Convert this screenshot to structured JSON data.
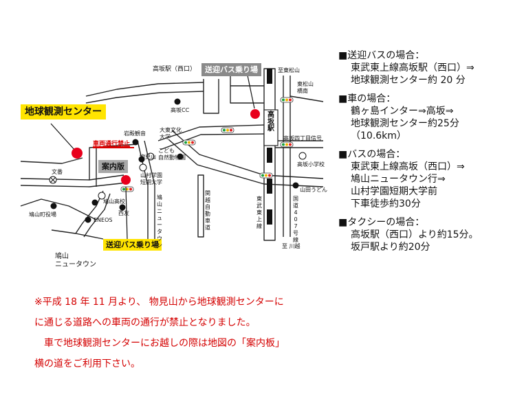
{
  "map": {
    "center_label": "地球観測センター",
    "bus_stop_top": "送迎バス乗り場",
    "bus_stop_bottom": "送迎バス乗り場",
    "info_board": "案内版",
    "no_entry": "車両通行禁止",
    "station_label": "高坂駅",
    "station_west": "高坂駅（西口）",
    "places": {
      "shimatsuyama": "至東松山",
      "higashimatsuyama_bridge": "東松山\n橋南",
      "takasaka_cc": "高坂CC",
      "iwadono": "岩殿観音",
      "daito": "大東文化\n大学",
      "kodomo": "こども\n自然動物園",
      "monomiyama": "物見山",
      "yamamura": "山村学園\n短期大学",
      "bunban": "文番",
      "hatoyama_hs": "鳩山高校",
      "eneos": "ENEOS",
      "seiyu": "西友",
      "hatoyama_office": "鳩山町役場",
      "hatoyama_nt": "鳩山\nニュータウン",
      "takasaka_4": "高坂四丁目信号",
      "takasaka_es": "高坂小学校",
      "yamada": "山田うどん",
      "kawagoe": "至 川越"
    },
    "vertical_labels": {
      "kanetsu": "関越自動車道",
      "tobu": "東武東上線",
      "route407": "国道407号線",
      "hatoyama_nt_road": "鳩山ニュータウン"
    }
  },
  "legend": {
    "sections": [
      {
        "title": "■送迎バスの場合：",
        "lines": [
          "東武東上線高坂駅（西口）⇒",
          "地球観測センター約 20 分"
        ]
      },
      {
        "title": "■車の場合：",
        "lines": [
          "鶴ヶ島インター⇒高坂⇒",
          "地球観測センター約25分",
          "（10.6km）"
        ]
      },
      {
        "title": "■バスの場合：",
        "lines": [
          "東武東上線高坂（西口）⇒",
          "鳩山ニュータウン行⇒",
          "山村学園短期大学前",
          "下車徒歩約30分"
        ]
      },
      {
        "title": "■タクシーの場合：",
        "lines": [
          "高坂駅（西口）より約15分。",
          "坂戸駅より約20分"
        ]
      }
    ]
  },
  "notice": {
    "lines": [
      "※平成 18 年 11 月より、 物見山から地球観測センターに",
      "に通じる道路への車両の通行が禁止となりました。",
      "　車で地球観測センターにお越しの際は地図の「案内板」",
      "横の道をご利用下さい。"
    ]
  },
  "colors": {
    "red": "#d90000",
    "yellow": "#ffe400",
    "gray": "#8a8a8a"
  }
}
